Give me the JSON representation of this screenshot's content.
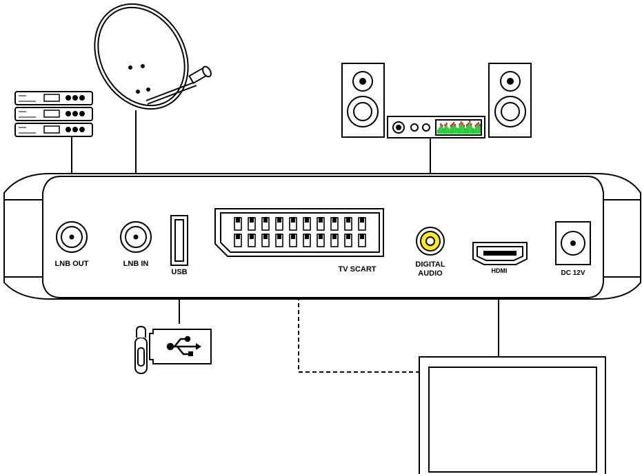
{
  "ports": {
    "lnb_out": "LNB OUT",
    "lnb_in": "LNB IN",
    "usb": "USB",
    "tv_scart": "TV SCART",
    "digital_audio_line1": "DIGITAL",
    "digital_audio_line2": "AUDIO",
    "hdmi": "HDMI",
    "dc": "DC 12V"
  },
  "rca_color": "#ffee00",
  "vu_colors": {
    "green": "#22cc33",
    "red": "#dd2222"
  },
  "icons": [
    "satellite-dish-icon",
    "receiver-stack-icon",
    "speaker-icon",
    "amplifier-icon",
    "usb-drive-icon",
    "usb-symbol-icon",
    "tv-icon"
  ]
}
